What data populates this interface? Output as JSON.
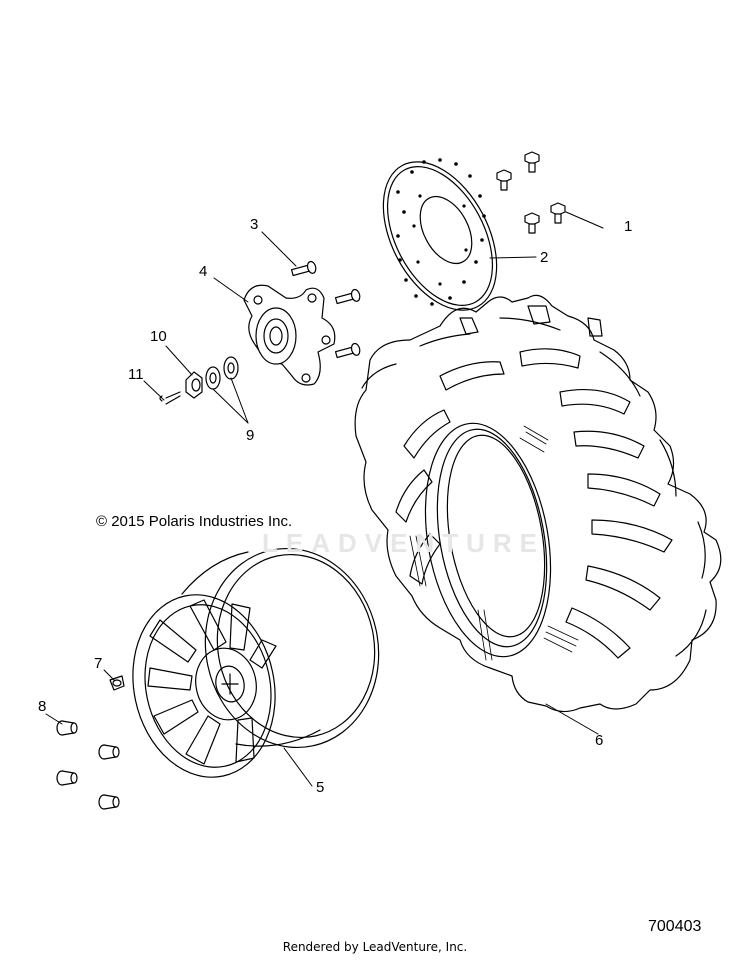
{
  "callouts": {
    "c1": "1",
    "c2": "2",
    "c3": "3",
    "c4": "4",
    "c5": "5",
    "c6": "6",
    "c7": "7",
    "c8": "8",
    "c9": "9",
    "c10": "10",
    "c11": "11"
  },
  "copyright": "© 2015 Polaris Industries Inc.",
  "watermark": "LEADVENTURE",
  "document_number": "700403",
  "footer": "Rendered by LeadVenture, Inc.",
  "colors": {
    "line": "#000000",
    "background": "#ffffff",
    "watermark": "#e6e6e6"
  }
}
